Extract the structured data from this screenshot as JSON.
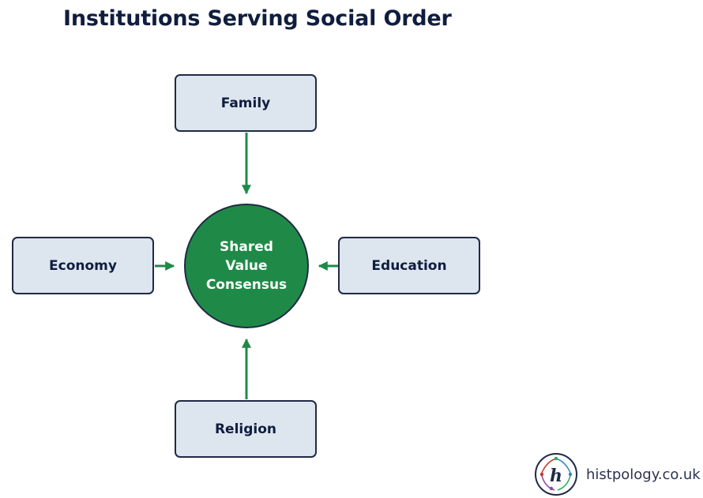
{
  "title": "Institutions Serving Social Order",
  "nodes": {
    "family": "Family",
    "economy": "Economy",
    "education": "Education",
    "religion": "Religion"
  },
  "center": {
    "line1": "Shared",
    "line2": "Value",
    "line3": "Consensus"
  },
  "logo": {
    "letter": "h",
    "text": "histpology.co.uk"
  },
  "colors": {
    "title": "#0f1d3f",
    "box_fill": "#dde6ef",
    "box_border": "#1f2a44",
    "circle_fill": "#1f8a47",
    "arrow": "#1f8a47"
  }
}
